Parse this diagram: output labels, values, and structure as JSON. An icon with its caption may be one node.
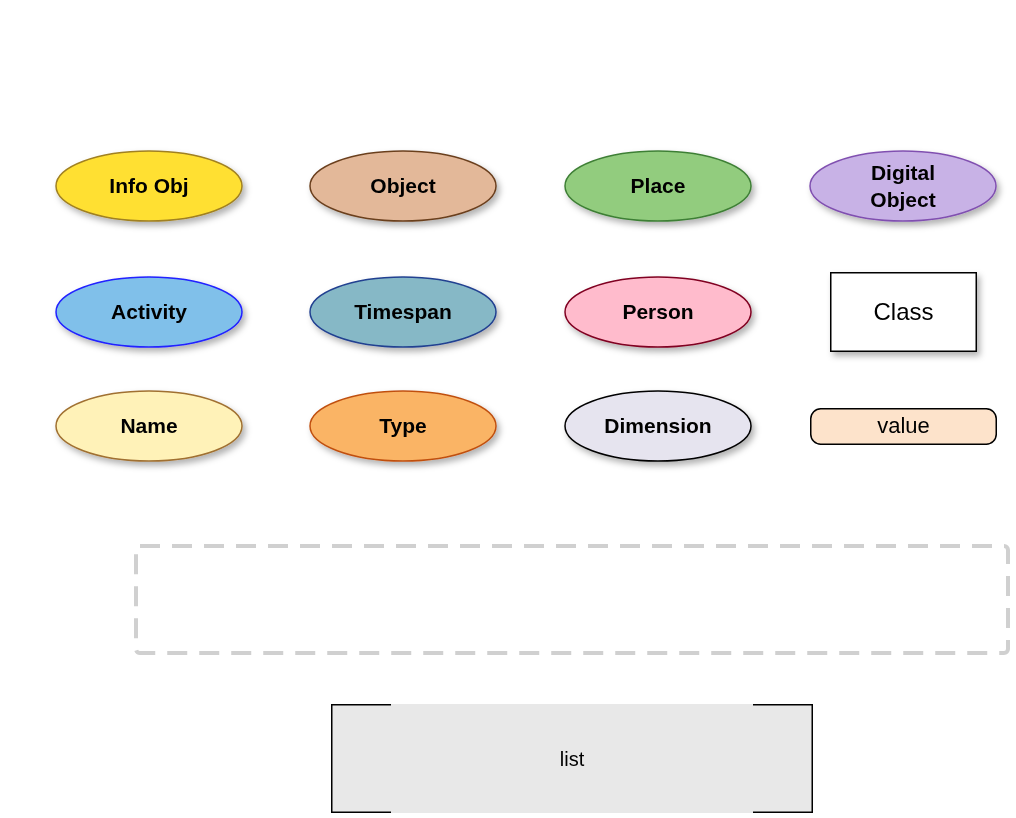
{
  "diagram": {
    "nodes": [
      {
        "text": [
          "Info Obj"
        ]
      },
      {
        "text": [
          "Object"
        ]
      },
      {
        "text": [
          "Place"
        ]
      },
      {
        "text": [
          "Digital Object"
        ]
      },
      {
        "text": [
          "Activity"
        ]
      },
      {
        "text": [
          "Timespan"
        ]
      },
      {
        "text": [
          "Person"
        ]
      },
      {
        "text": [
          "Class"
        ]
      },
      {
        "text": [
          "Name"
        ]
      },
      {
        "text": [
          "Type"
        ]
      },
      {
        "text": [
          "Dimension"
        ]
      },
      {
        "text": [
          "value"
        ]
      },
      {
        "text": [],
        "shape": "box"
      },
      {
        "text": [
          "list"
        ]
      }
    ]
  }
}
